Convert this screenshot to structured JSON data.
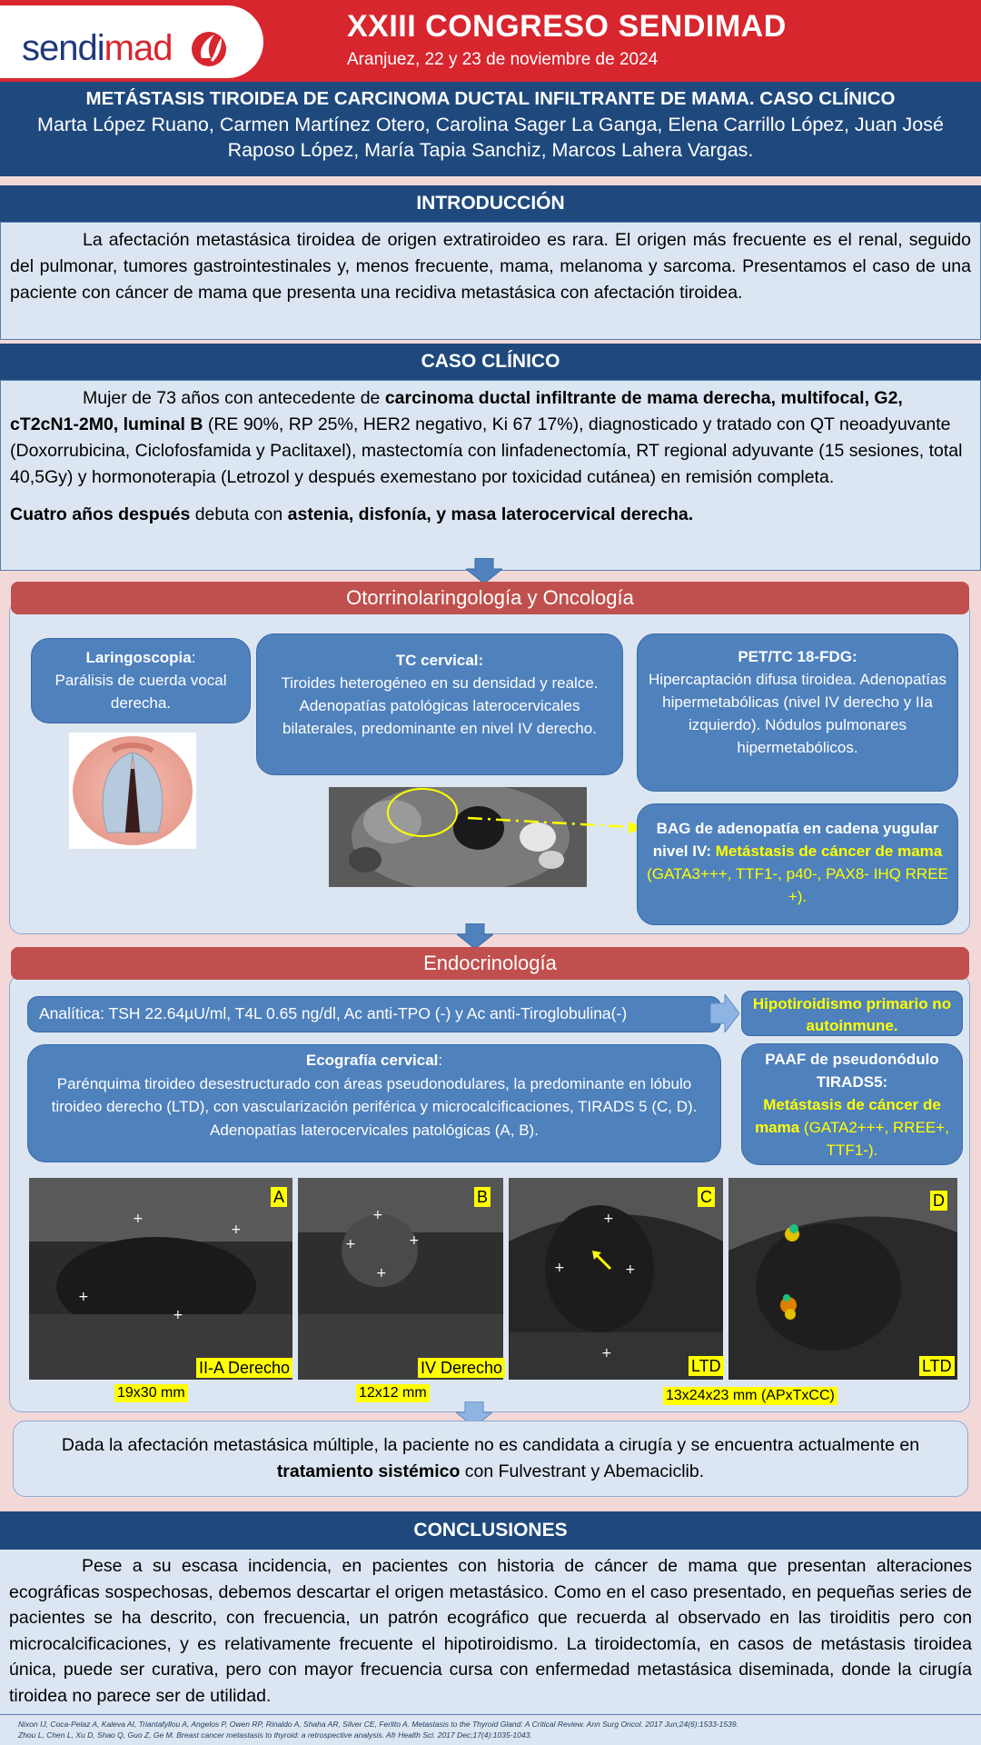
{
  "header": {
    "logo_part1": "sendi",
    "logo_part2": "mad",
    "congress_title": "XXIII CONGRESO SENDIMAD",
    "congress_subtitle": "Aranjuez, 22 y 23 de noviembre de 2024"
  },
  "paper": {
    "title": "METÁSTASIS TIROIDEA DE CARCINOMA DUCTAL INFILTRANTE DE MAMA. CASO CLÍNICO",
    "authors": "Marta López Ruano, Carmen Martínez Otero, Carolina Sager La Ganga, Elena Carrillo López, Juan José Raposo López, María Tapia Sanchiz, Marcos Lahera Vargas."
  },
  "intro": {
    "heading": "INTRODUCCIÓN",
    "text": "La afectación metastásica tiroidea de origen extratiroideo es rara. El origen más frecuente es el renal, seguido del pulmonar, tumores gastrointestinales y, menos frecuente, mama, melanoma y sarcoma. Presentamos el caso de una paciente con cáncer de mama que presenta una recidiva metastásica con afectación tiroidea."
  },
  "case": {
    "heading": "CASO CLÍNICO",
    "p1_a": "Mujer de 73 años con antecedente de ",
    "p1_bold": "carcinoma ductal infiltrante de mama derecha, multifocal, G2, cT2cN1-2M0, luminal B",
    "p1_b": " (RE 90%, RP 25%, HER2 negativo, Ki 67 17%), diagnosticado y tratado con QT neoadyuvante (Doxorrubicina, Ciclofosfamida y Paclitaxel), mastectomía con linfadenectomía, RT regional adyuvante (15 sesiones, total 40,5Gy) y hormonoterapia (Letrozol y después exemestano por toxicidad cutánea) en remisión completa.",
    "p2_bold1": "Cuatro años después",
    "p2_a": " debuta con ",
    "p2_bold2": "astenia, disfonía, y masa laterocervical derecha."
  },
  "orl": {
    "heading": "Otorrinolaringología y Oncología",
    "laringo_title": "Laringoscopia",
    "laringo_colon": ":",
    "laringo_text": "Parálisis de cuerda vocal derecha.",
    "tc_title": "TC cervical:",
    "tc_text": "Tiroides heterogéneo en su densidad y realce. Adenopatías patológicas laterocervicales bilaterales, predominante en nivel IV derecho.",
    "pet_title": "PET/TC 18-FDG:",
    "pet_text": "Hipercaptación difusa tiroidea. Adenopatías hipermetabólicas (nivel IV derecho y IIa izquierdo). Nódulos pulmonares hipermetabólicos.",
    "bag_a": "BAG de adenopatía en cadena yugular nivel IV: ",
    "bag_yellow": "Metástasis de cáncer de mama",
    "bag_b": " (GATA3+++, TTF1-, p40-, PAX8- IHQ RREE +)."
  },
  "endo": {
    "heading": "Endocrinología",
    "analitica": "Analítica: TSH 22.64µU/ml, T4L 0.65 ng/dl, Ac anti-TPO (-) y Ac anti-Tiroglobulina(-)",
    "hipo": "Hipotiroidismo primario no autoinmune.",
    "eco_title": "Ecografía cervical",
    "eco_colon": ":",
    "eco_text1": "Parénquima tiroideo desestructurado con áreas pseudonodulares, la predominante en lóbulo tiroideo derecho (LTD), con vascularización periférica y microcalcificaciones, TIRADS 5 (C, D).",
    "eco_text2": "Adenopatías laterocervicales patológicas (A, B).",
    "paaf_title": "PAAF de pseudonódulo TIRADS5:",
    "paaf_yellow": "Metástasis de cáncer de mama",
    "paaf_rest": " (GATA2+++, RREE+, TTF1-).",
    "images": [
      {
        "letter": "A",
        "caption": "II-A Derecho"
      },
      {
        "letter": "B",
        "caption": "IV Derecho"
      },
      {
        "letter": "C",
        "caption": "LTD"
      },
      {
        "letter": "D",
        "caption": "LTD"
      }
    ],
    "meas_a": "19x30 mm",
    "meas_b": "12x12 mm",
    "meas_c": "13x24x23 mm (APxTxCC)"
  },
  "final": {
    "a": "Dada la afectación metastásica múltiple, la paciente no es candidata a cirugía y se encuentra actualmente en ",
    "bold": "tratamiento sistémico",
    "b": " con Fulvestrant y Abemaciclib."
  },
  "conclusions": {
    "heading": "CONCLUSIONES",
    "text": "Pese a su escasa incidencia, en pacientes con historia de cáncer de mama que presentan alteraciones ecográficas sospechosas, debemos descartar el origen metastásico. Como en el caso presentado, en pequeñas series de pacientes se ha descrito, con frecuencia, un patrón ecográfico que recuerda al observado en las tiroiditis pero con microcalcificaciones, y es relativamente frecuente el hipotiroidismo. La tiroidectomía, en casos de metástasis tiroidea única, puede ser curativa, pero con mayor frecuencia cursa con enfermedad metastásica diseminada, donde la cirugía tiroidea no parece ser de utilidad."
  },
  "references": {
    "r1": "Nixon IJ, Coca-Pelaz A, Kaleva AI, Triantafyllou A, Angelos P, Owen RP, Rinaldo A, Shaha AR, Silver CE, Ferlito A. Metastasis to the Thyroid Gland: A Critical Review. Ann Surg Oncol. 2017 Jun;24(6):1533-1539.",
    "r2": "Zhou L, Chen L, Xu D, Shao Q, Guo Z, Ge M. Breast cancer metastasis to thyroid: a retrospective analysis. Afr Health Sci. 2017 Dec;17(4):1035-1043."
  },
  "colors": {
    "brand_red": "#d8262f",
    "navy": "#1f497d",
    "panel_red": "#c0504d",
    "bubble_blue": "#4f81bd",
    "panel_bg": "#dce6f2",
    "highlight": "#ffff00"
  }
}
